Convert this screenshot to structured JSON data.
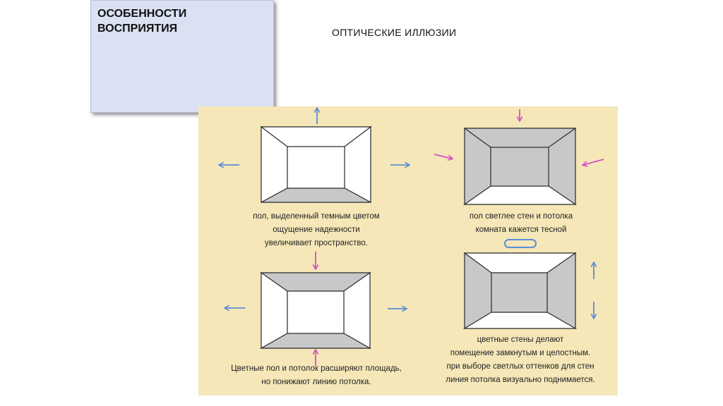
{
  "slide": {
    "title": "ОСОБЕННОСТИ\nВОСПРИЯТИЯ",
    "subtitle": "ОПТИЧЕСКИЕ ИЛЛЮЗИИ"
  },
  "illustrations": [
    {
      "id": "dark-floor",
      "caption_lines": [
        "пол, выделенный темным цветом",
        "ощущение надежности",
        "увеличивает пространство."
      ]
    },
    {
      "id": "light-floor",
      "caption_lines": [
        "пол светлее стен и потолка",
        "комната кажется тесной"
      ]
    },
    {
      "id": "colored-floor-ceiling",
      "caption_lines": [
        "Цветные пол и потолок расширяют площадь,",
        "но понижают линию потолка."
      ]
    },
    {
      "id": "colored-walls",
      "caption_lines": [
        "цветные стены делают",
        "помещение замкнутым и целостным.",
        "при выборе светлых оттенков для стен",
        "линия потолка визуально поднимается."
      ]
    }
  ],
  "colors": {
    "panel_bg": "#f5e7b8",
    "room_gray": "#c8c8c8",
    "room_white": "#ffffff",
    "arrow_blue": "#5b8ed6",
    "arrow_pink": "#d94fbf"
  }
}
